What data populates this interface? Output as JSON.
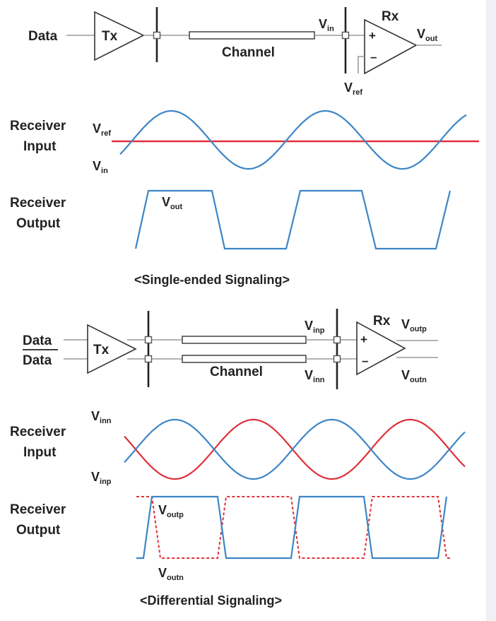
{
  "colors": {
    "wire": "#9a9a9a",
    "ink": "#222222",
    "blue_trace": "#3d86c6",
    "red_trace": "#e0303a",
    "edge_strip": "#eef0f4"
  },
  "single_ended": {
    "schematic": {
      "data_label": "Data",
      "tx_label": "Tx",
      "channel_label": "Channel",
      "rx_label": "Rx",
      "vin_label": {
        "main": "V",
        "sub": "in"
      },
      "vout_label": {
        "main": "V",
        "sub": "out"
      },
      "vref_label": {
        "main": "V",
        "sub": "ref"
      },
      "plus_sign": "+",
      "minus_sign": "–"
    },
    "input_plot": {
      "row_label_line1": "Receiver",
      "row_label_line2": "Input",
      "vref_label": {
        "main": "V",
        "sub": "ref"
      },
      "vin_label": {
        "main": "V",
        "sub": "in"
      }
    },
    "output_plot": {
      "row_label_line1": "Receiver",
      "row_label_line2": "Output",
      "vout_label": {
        "main": "V",
        "sub": "out"
      }
    },
    "caption": "<Single-ended Signaling>"
  },
  "differential": {
    "schematic": {
      "data_label": "Data",
      "data_bar_label": "Data",
      "tx_label": "Tx",
      "channel_label": "Channel",
      "rx_label": "Rx",
      "vinp_label": {
        "main": "V",
        "sub": "inp"
      },
      "vinn_label": {
        "main": "V",
        "sub": "inn"
      },
      "voutp_label": {
        "main": "V",
        "sub": "outp"
      },
      "voutn_label": {
        "main": "V",
        "sub": "outn"
      },
      "plus_sign": "+",
      "minus_sign": "–"
    },
    "input_plot": {
      "row_label_line1": "Receiver",
      "row_label_line2": "Input",
      "vinn_label": {
        "main": "V",
        "sub": "inn"
      },
      "vinp_label": {
        "main": "V",
        "sub": "inp"
      }
    },
    "output_plot": {
      "row_label_line1": "Receiver",
      "row_label_line2": "Output",
      "voutp_label": {
        "main": "V",
        "sub": "outp"
      },
      "voutn_label": {
        "main": "V",
        "sub": "outn"
      }
    },
    "caption": "<Differential Signaling>"
  }
}
